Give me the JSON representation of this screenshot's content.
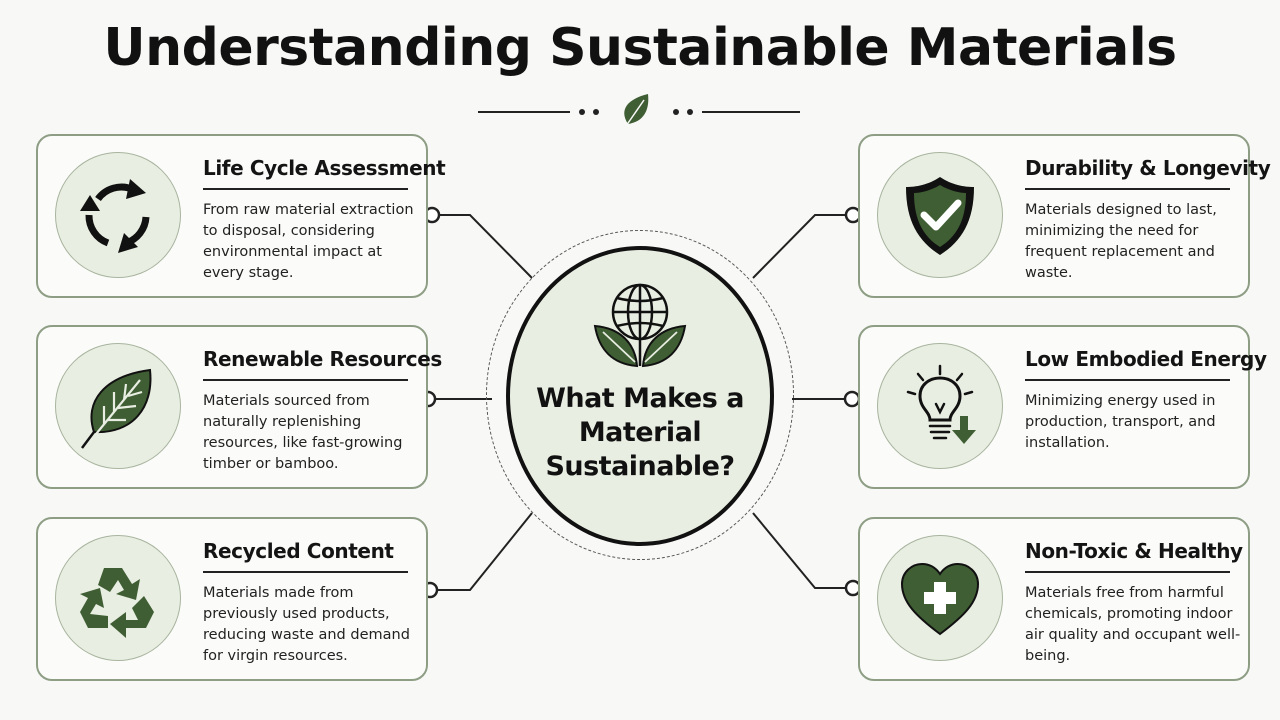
{
  "title": "Understanding Sustainable Materials",
  "center": {
    "label": "What Makes a Material Sustainable?",
    "icon": "globe-with-leaves-icon"
  },
  "cards": [
    {
      "title": "Life Cycle Assessment",
      "description": "From raw material extraction to disposal, considering environmental impact at every stage.",
      "icon": "cycle-arrows-icon"
    },
    {
      "title": "Renewable Resources",
      "description": "Materials sourced from naturally replenishing resources, like fast-growing timber or bamboo.",
      "icon": "leaf-icon"
    },
    {
      "title": "Recycled Content",
      "description": "Materials made from previously used products, reducing waste and demand for virgin resources.",
      "icon": "recycle-icon"
    },
    {
      "title": "Durability & Longevity",
      "description": "Materials designed to last, minimizing the need for frequent replacement and waste.",
      "icon": "shield-check-icon"
    },
    {
      "title": "Low Embodied Energy",
      "description": "Minimizing energy used in production, transport, and installation.",
      "icon": "lightbulb-down-arrow-icon"
    },
    {
      "title": "Non-Toxic & Healthy",
      "description": "Materials free from harmful chemicals, promoting indoor air quality and occupant well-being.",
      "icon": "heart-plus-icon"
    }
  ],
  "colors": {
    "accent": "#3f5e34",
    "card_border": "#8e9e85",
    "icon_bg": "#e9eee2",
    "background": "#f8f8f6"
  }
}
